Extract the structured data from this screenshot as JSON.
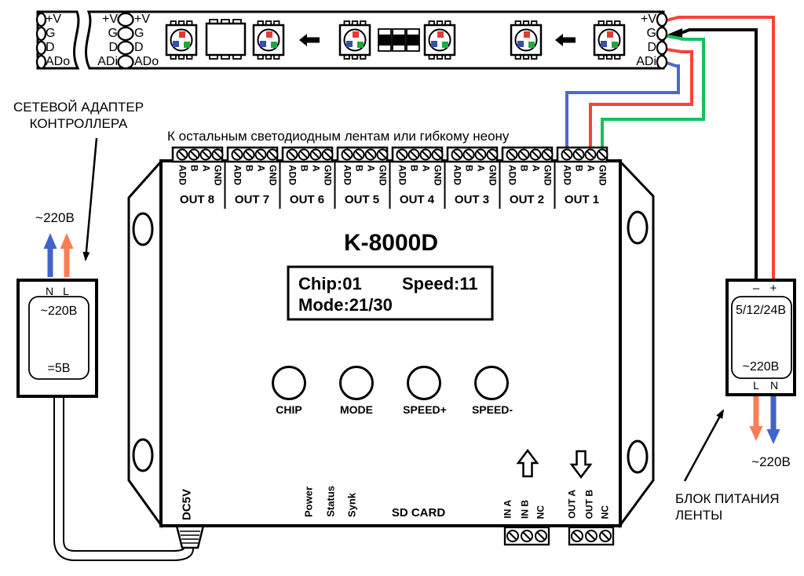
{
  "strip": {
    "segment_end_pins": [
      "+V",
      "G",
      "D",
      "ADo"
    ],
    "segment_in_pins": [
      "+V",
      "G",
      "D",
      "ADi"
    ],
    "segment_out_pins": [
      "+V",
      "G",
      "D",
      "ADo"
    ],
    "input_pins": [
      "+V",
      "G",
      "D",
      "ADi"
    ]
  },
  "caption": "К остальным светодиодным лентам или гибкому неону",
  "adapter": {
    "title": [
      "СЕТЕВОЙ АДАПТЕР",
      "КОНТРОЛЛЕРА"
    ],
    "mains": "~220В",
    "terminals": [
      "N",
      "L"
    ],
    "input_rating": "~220В",
    "output_rating": "=5В"
  },
  "controller": {
    "model": "K-8000D",
    "display": {
      "chip": "Chip:01",
      "speed": "Speed:11",
      "mode": "Mode:21/30"
    },
    "pin_labels": [
      "ADD",
      "B",
      "A",
      "GND"
    ],
    "outputs": [
      "OUT 8",
      "OUT 7",
      "OUT 6",
      "OUT 5",
      "OUT 4",
      "OUT 3",
      "OUT 2",
      "OUT 1"
    ],
    "buttons": [
      "CHIP",
      "MODE",
      "SPEED+",
      "SPEED-"
    ],
    "power_input": "DC5V",
    "indicators": [
      "Power",
      "Status",
      "Synk"
    ],
    "sd_slot": "SD CARD",
    "sync_in": [
      "IN A",
      "IN B",
      "NC"
    ],
    "sync_out": [
      "OUT A",
      "OUT B",
      "NC"
    ]
  },
  "psu": {
    "title": [
      "БЛОК ПИТАНИЯ",
      "ЛЕНТЫ"
    ],
    "dc_terminals": [
      "–",
      "+"
    ],
    "output_rating": "5/12/24В",
    "input_rating": "~220В",
    "ac_terminals": [
      "L",
      "N"
    ],
    "mains": "~220В"
  },
  "colors": {
    "wire_red": "#f9423a",
    "wire_green": "#12c35c",
    "wire_blue": "#4e68c8",
    "arrow_orange": "#fb7d54",
    "arrow_blue": "#4263c7"
  }
}
